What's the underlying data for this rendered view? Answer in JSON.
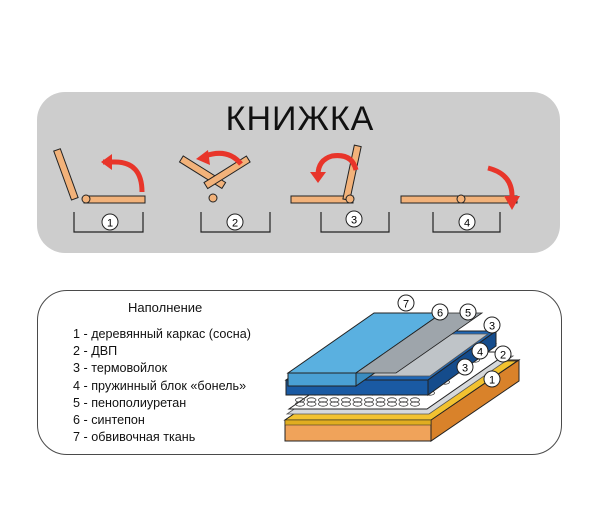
{
  "title": "КНИЖКА",
  "steps": [
    {
      "number": "1"
    },
    {
      "number": "2"
    },
    {
      "number": "3"
    },
    {
      "number": "4"
    }
  ],
  "filling": {
    "heading": "Наполнение",
    "items": [
      "1 - деревянный каркас (сосна)",
      "2 - ДВП",
      "3 - термовойлок",
      "4 - пружинный блок «бонель»",
      "5 - пенополиуретан",
      "6 - синтепон",
      "7 - обвивочная ткань"
    ]
  },
  "layer_labels": {
    "l1": "1",
    "l2": "2",
    "l3a": "3",
    "l3b": "3",
    "l4": "4",
    "l5": "5",
    "l6": "6",
    "l7": "7"
  },
  "colors": {
    "panel": "#cdcdcd",
    "board": "#f2b27a",
    "arrow": "#e8352a",
    "fabric": "#5ab0e0",
    "foam": "#1f67b5",
    "frame": "#f29a35",
    "fiberboard": "#f2c230"
  }
}
